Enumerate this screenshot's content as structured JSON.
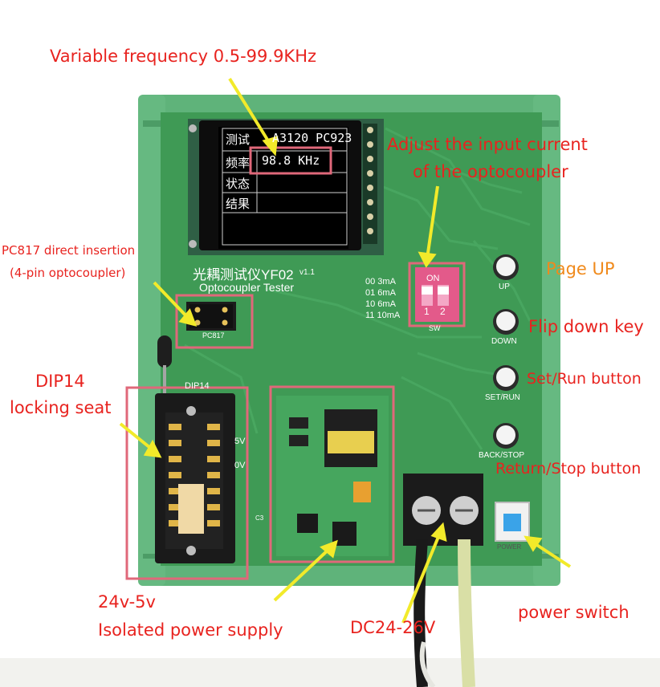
{
  "annotations": {
    "variable_frequency": "Variable frequency    0.5-99.9KHz",
    "adjust_current_line1": "Adjust the input current",
    "adjust_current_line2": "of the optocoupler",
    "pc817_line1": "PC817 direct insertion",
    "pc817_line2": "(4-pin optocoupler)",
    "page_up": "Page UP",
    "flip_down": "Flip down key",
    "set_run": "Set/Run button",
    "return_stop": "Return/Stop button",
    "dip14_line1": "DIP14",
    "dip14_line2": "locking seat",
    "power_supply_line1": "24v-5v",
    "power_supply_line2": "Isolated power supply",
    "dc_input": "DC24-26V",
    "power_switch": "power switch"
  },
  "lcd": {
    "row1_label": "测试",
    "row1_value": "A3120 PC923",
    "row2_label": "频率",
    "row2_value": "98.8 KHz",
    "row3_label": "状态",
    "row4_label": "结果"
  },
  "board": {
    "title_cn": "光耦测试仪YF02",
    "version": "v1.1",
    "title_en": "Optocoupler Tester",
    "pc817_silk": "PC817",
    "dip14_silk": "DIP14",
    "sw_on": "ON",
    "sw_1": "1",
    "sw_2": "2",
    "sw_silk": "SW",
    "current_table": [
      "00  3mA",
      "01  6mA",
      "10  6mA",
      "11  10mA"
    ],
    "btn_up": "UP",
    "btn_down": "DOWN",
    "btn_setrun": "SET/RUN",
    "btn_backstop": "BACK/STOP",
    "v5": "5V",
    "v0": "0V",
    "c3": "C3",
    "power_silk": "POWER"
  },
  "colors": {
    "annotation_red": "#e8231f",
    "annotation_orange": "#f08a1c",
    "arrow_yellow": "#f2ea2a",
    "highlight_pink": "#e0687a",
    "pcb_green": "#3f9a55",
    "rail_green": "#5fb37a"
  }
}
